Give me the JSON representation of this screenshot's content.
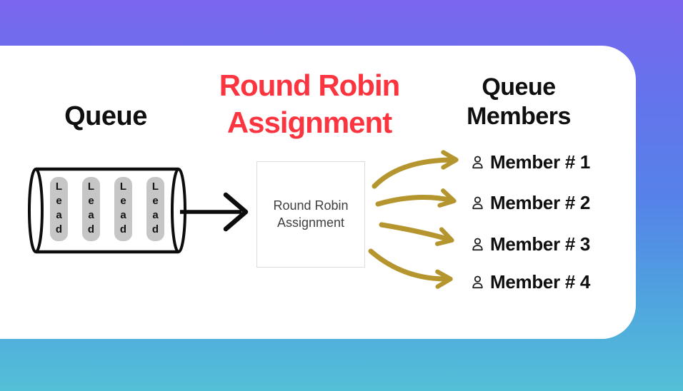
{
  "colors": {
    "bg_top": "#7b66ef",
    "bg_mid": "#5583e8",
    "bg_bottom": "#54c0d7",
    "card_bg": "#ffffff",
    "title_red": "#fa3540",
    "arrow_gold": "#b5952e",
    "pill_gray": "#c6c6c6",
    "ink_black": "#0f0f0f"
  },
  "queue": {
    "heading": "Queue",
    "leads": [
      "Lead",
      "Lead",
      "Lead",
      "Lead"
    ]
  },
  "title": {
    "line1": "Round Robin",
    "line2": "Assignment"
  },
  "processor": {
    "line1": "Round Robin",
    "line2": "Assignment"
  },
  "members": {
    "heading_line1": "Queue",
    "heading_line2": "Members",
    "items": [
      {
        "label": "Member # 1"
      },
      {
        "label": "Member # 2"
      },
      {
        "label": "Member # 3"
      },
      {
        "label": "Member # 4"
      }
    ]
  }
}
